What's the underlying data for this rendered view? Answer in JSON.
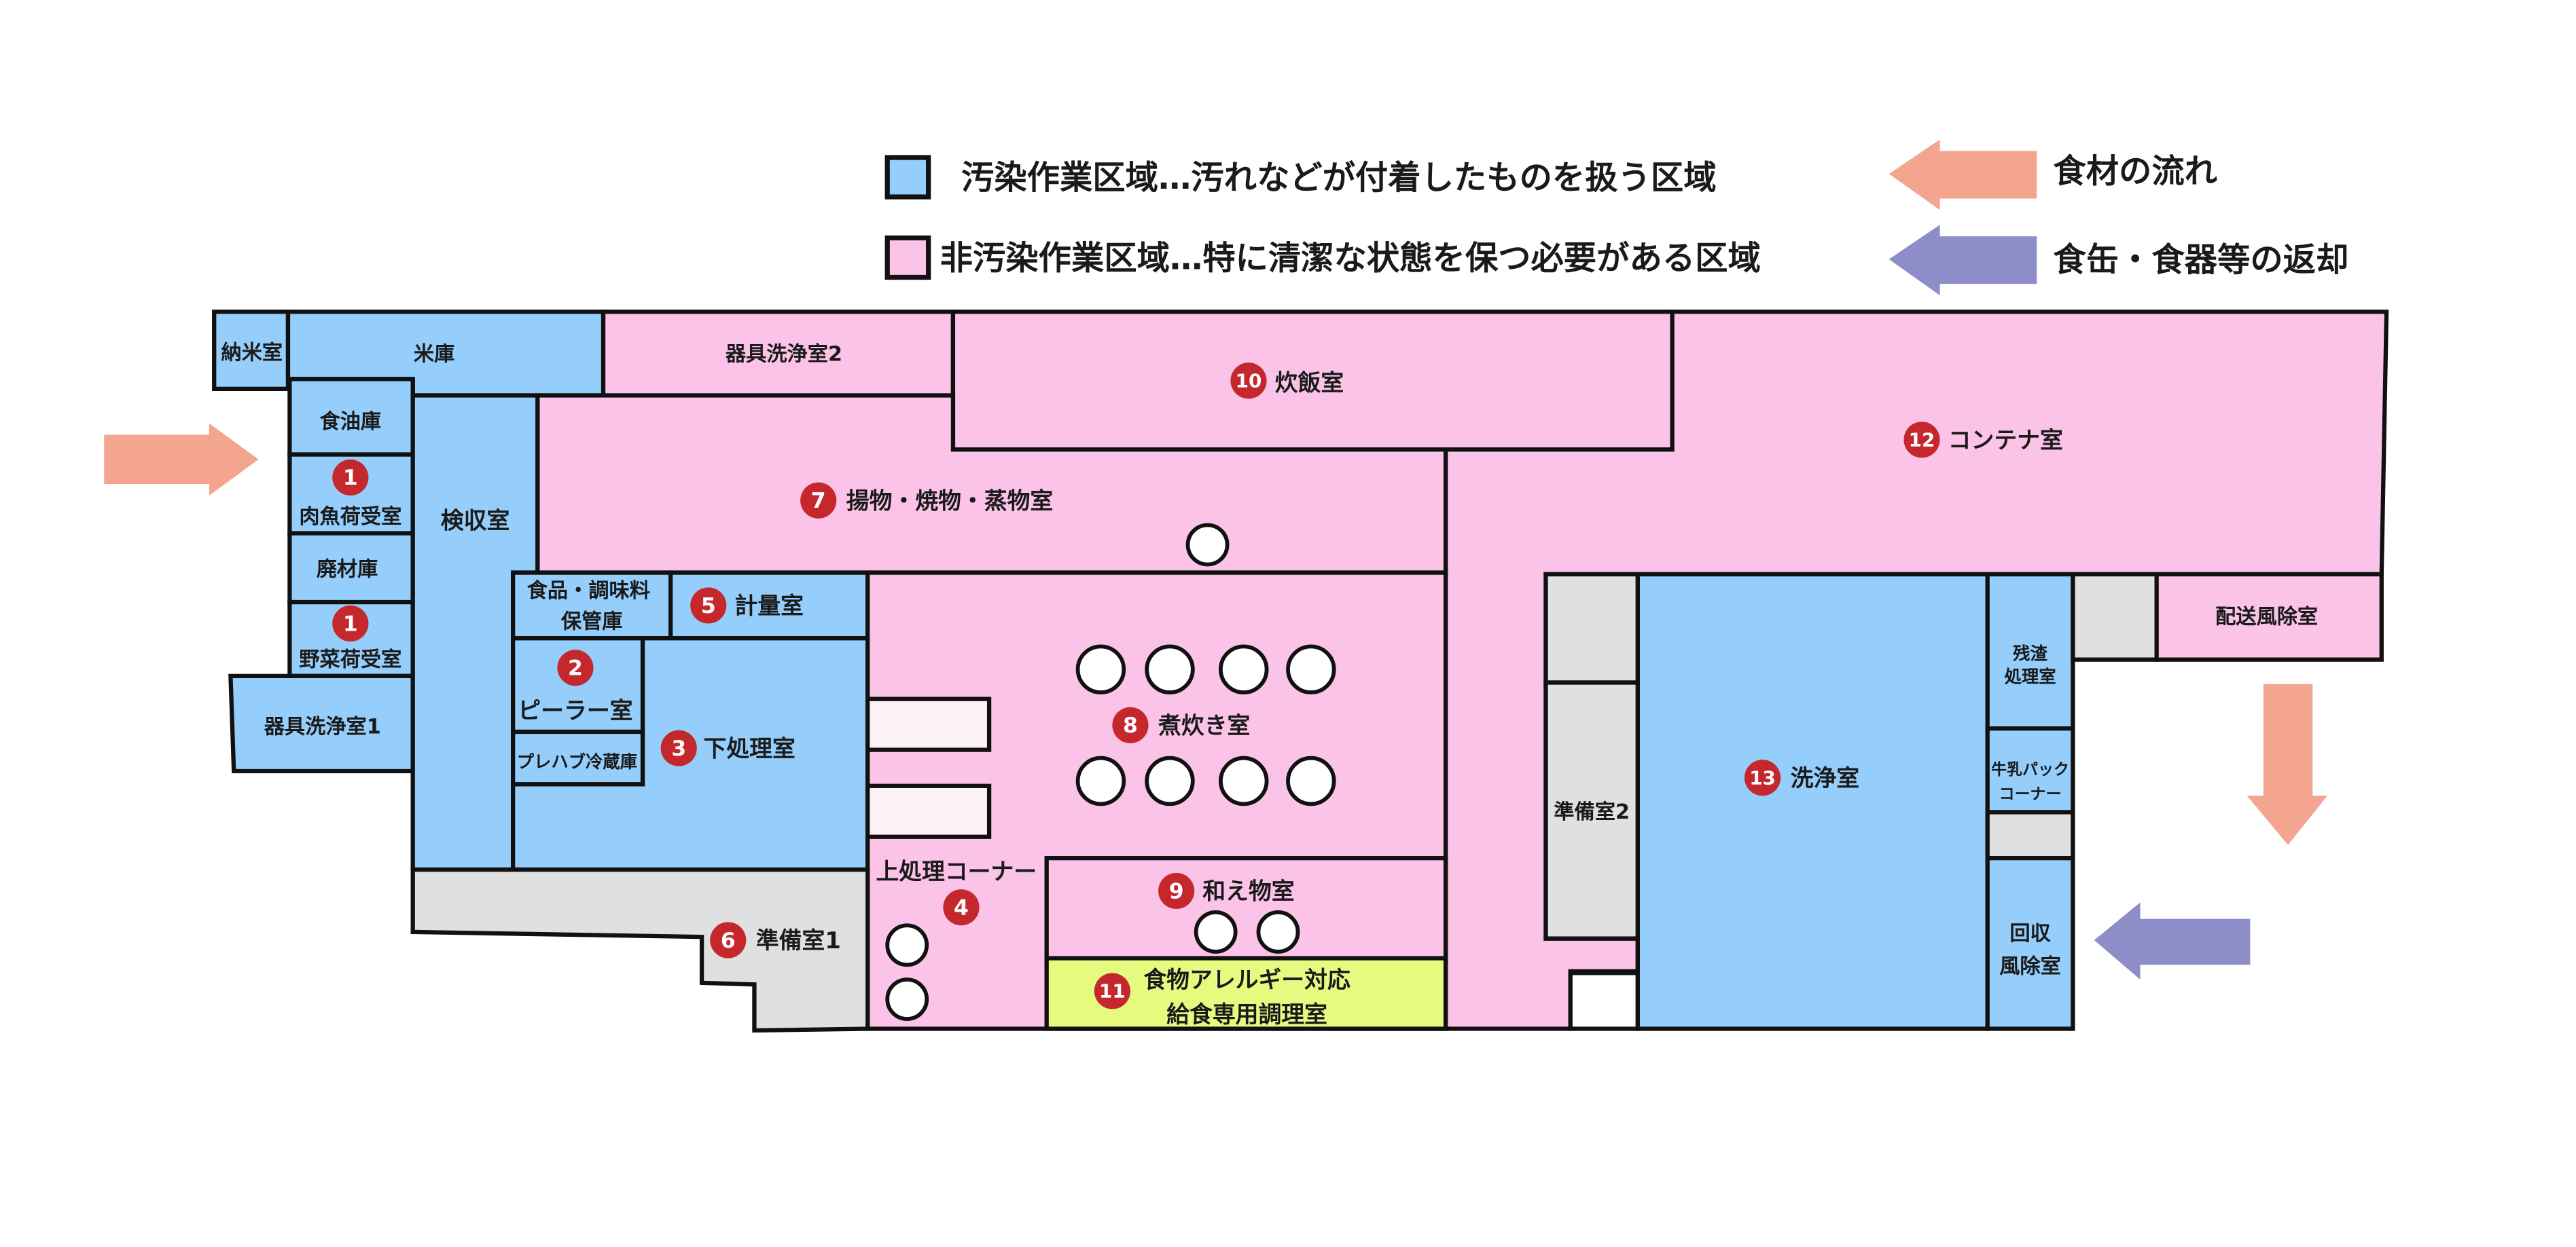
{
  "colors": {
    "contaminated_zone": "#95cdfb",
    "clean_zone": "#fbc3e8",
    "other_area": "#e0e0e0",
    "allergy_room": "#e6fa80",
    "fixture": "#fdf1f8",
    "food_flow_arrow": "#f3a590",
    "return_arrow": "#8d8dca",
    "badge": "#c4282c",
    "outline": "#111111"
  },
  "legend": {
    "contaminated_zone": "汚染作業区域…汚れなどが付着したものを扱う区域",
    "clean_zone": "非汚染作業区域…特に清潔な状態を保つ必要がある区域",
    "food_flow": "食材の流れ",
    "return_flow": "食缶・食器等の返却"
  },
  "rooms": {
    "rice_receiving": {
      "name": "納米室"
    },
    "rice_storage": {
      "name": "米庫"
    },
    "equipment_wash_2": {
      "name": "器具洗浄室2"
    },
    "rice_cooking": {
      "badge": "10",
      "name": "炊飯室"
    },
    "container": {
      "badge": "12",
      "name": "コンテナ室"
    },
    "oil_storage": {
      "name": "食油庫"
    },
    "meat_fish_receiving": {
      "badge": "1",
      "name": "肉魚荷受室"
    },
    "waste_storage": {
      "name": "廃材庫"
    },
    "vegetable_receiving": {
      "badge": "1",
      "name": "野菜荷受室"
    },
    "equipment_wash_1": {
      "name": "器具洗浄室1"
    },
    "inspection": {
      "name": "検収室"
    },
    "frying_grilling_steaming": {
      "badge": "7",
      "name": "揚物・焼物・蒸物室"
    },
    "food_seasoning_storage": {
      "lines": [
        "食品・調味料",
        "保管庫"
      ]
    },
    "weighing": {
      "badge": "5",
      "name": "計量室"
    },
    "peeler": {
      "badge": "2",
      "name": "ピーラー室"
    },
    "prefab_refrigerator": {
      "name": "プレハブ冷蔵庫"
    },
    "pre_processing": {
      "badge": "3",
      "name": "下処理室"
    },
    "simmering": {
      "badge": "8",
      "name": "煮炊き室"
    },
    "upper_processing_corner": {
      "badge": "4",
      "name": "上処理コーナー"
    },
    "dressing": {
      "badge": "9",
      "name": "和え物室"
    },
    "allergy_kitchen": {
      "badge": "11",
      "lines": [
        "食物アレルギー対応",
        "給食専用調理室"
      ]
    },
    "preparation_1": {
      "badge": "6",
      "name": "準備室1"
    },
    "preparation_2": {
      "name": "準備室2"
    },
    "washing": {
      "badge": "13",
      "name": "洗浄室"
    },
    "residue_processing": {
      "lines": [
        "残渣",
        "処理室"
      ]
    },
    "milk_carton_corner": {
      "lines": [
        "牛乳パック",
        "コーナー"
      ]
    },
    "collection_vestibule": {
      "lines": [
        "回収",
        "風除室"
      ]
    },
    "delivery_vestibule": {
      "name": "配送風除室"
    }
  }
}
